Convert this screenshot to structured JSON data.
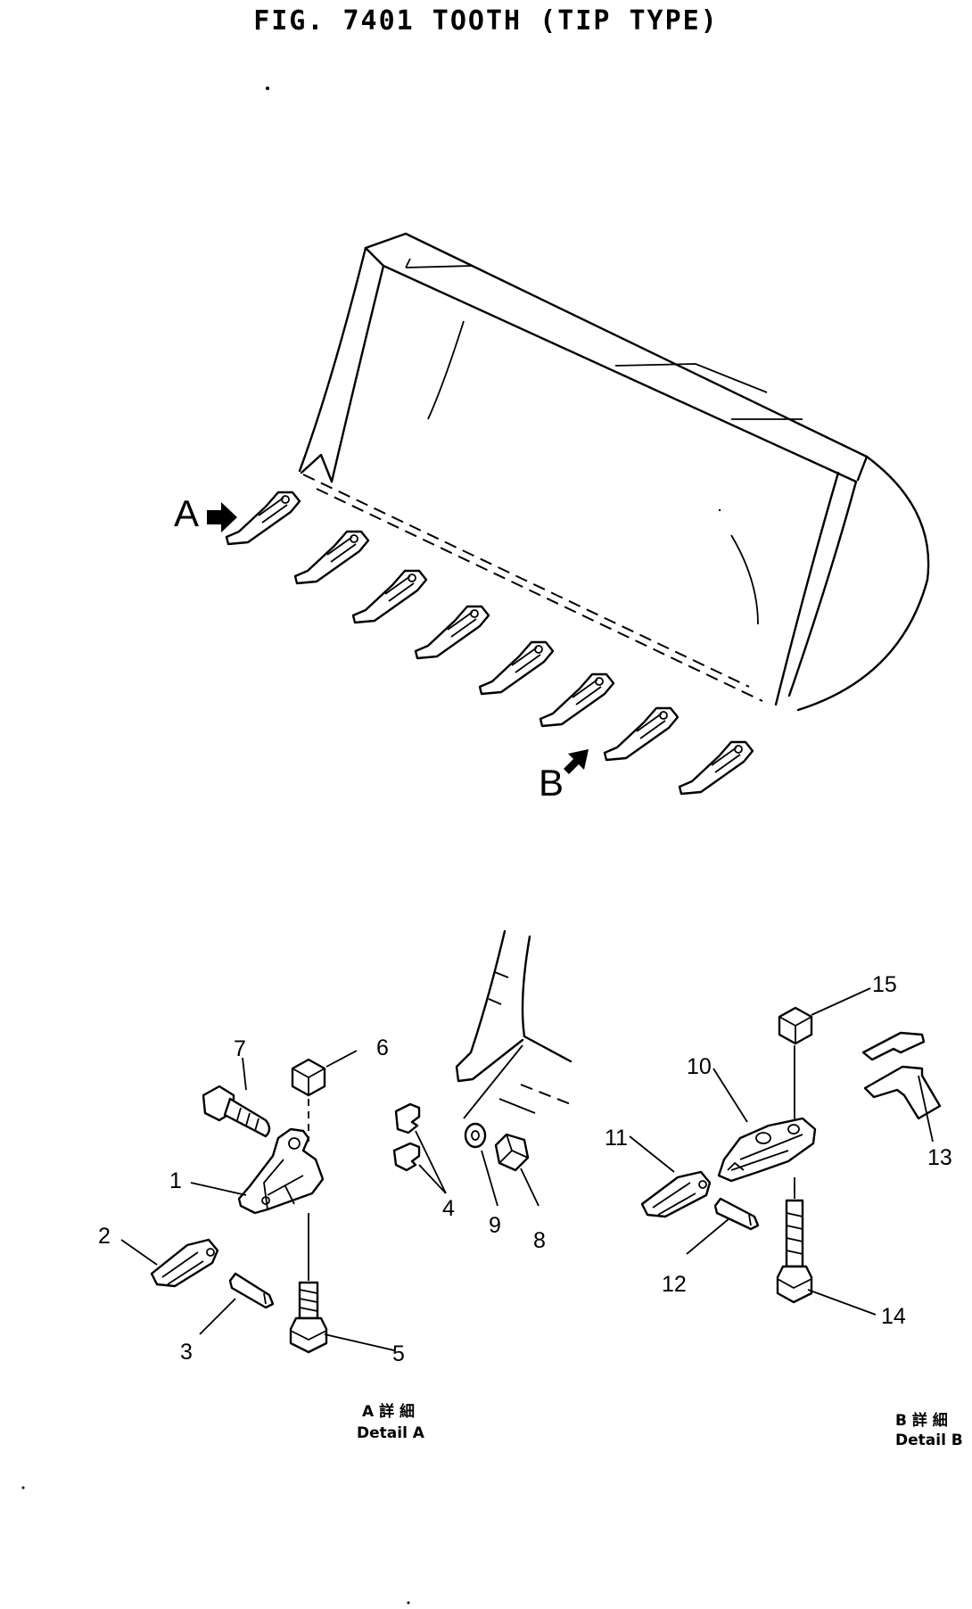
{
  "title": "FIG. 7401  TOOTH (TIP TYPE)",
  "view_markers": {
    "a": "A",
    "b": "B"
  },
  "callouts": [
    "1",
    "2",
    "3",
    "4",
    "5",
    "6",
    "7",
    "8",
    "9",
    "10",
    "11",
    "12",
    "13",
    "14",
    "15"
  ],
  "detail_a": {
    "line1": "A  詳  細",
    "line2": "Detail A"
  },
  "detail_b": {
    "line1": "B  詳  細",
    "line2": "Detail B"
  }
}
